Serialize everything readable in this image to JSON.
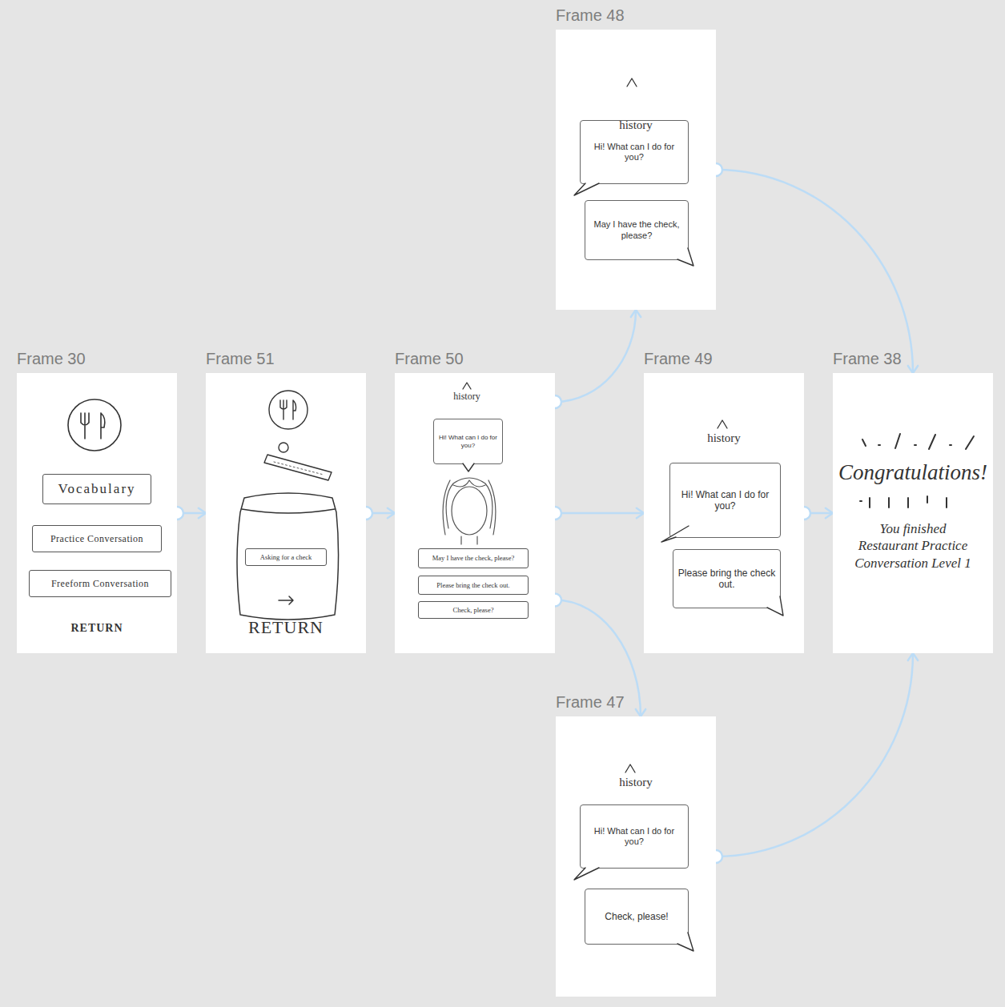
{
  "diagram": {
    "nodes": [
      {
        "text": [
          "Frame 48",
          "history"
        ]
      },
      {
        "text": [
          "Hi! What can I do for you?"
        ],
        "in": 0
      },
      {
        "text": [
          "May I have the check, please?"
        ],
        "in": 0
      },
      {
        "text": [
          "Frame 30",
          "RETURN"
        ]
      },
      {
        "text": [
          "Vocabulary"
        ],
        "in": 3
      },
      {
        "text": [
          "Practice Conversation"
        ],
        "in": 3
      },
      {
        "text": [
          "Freeform Conversation"
        ],
        "in": 3
      },
      {
        "text": [
          "Frame 51",
          "RETURN"
        ]
      },
      {
        "text": [
          "Asking for a check"
        ],
        "in": 7
      },
      {
        "text": [
          "Frame 50",
          "history"
        ]
      },
      {
        "text": [
          "Hi! What can I do for you?"
        ],
        "in": 9
      },
      {
        "text": [
          "May I have the check, please?"
        ],
        "in": 9
      },
      {
        "text": [
          "Please bring the check out."
        ],
        "in": 9
      },
      {
        "text": [
          "Check, please?"
        ],
        "in": 9
      },
      {
        "text": [
          "Frame 49",
          "history"
        ]
      },
      {
        "text": [
          "Hi! What can I do for you?"
        ],
        "in": 14
      },
      {
        "text": [
          "Please bring the check out."
        ],
        "in": 14
      },
      {
        "text": [
          "Frame 38",
          "Congratulations!",
          "You finished Restaurant Practice Conversation Level 1"
        ]
      },
      {
        "text": [
          "Frame 47",
          "history"
        ]
      },
      {
        "text": [
          "Hi! What can I do for you?"
        ],
        "in": 18
      },
      {
        "text": [
          "Check, please!"
        ],
        "in": 18
      }
    ],
    "edges": [
      {
        "from": 3,
        "to": 7,
        "arrow": "to"
      },
      {
        "from": 7,
        "to": 9,
        "arrow": "to"
      },
      {
        "from": 9,
        "to": 0,
        "arrow": "to"
      },
      {
        "from": 9,
        "to": 14,
        "arrow": "to"
      },
      {
        "from": 9,
        "to": 18,
        "arrow": "to"
      },
      {
        "from": 0,
        "to": 17,
        "arrow": "to"
      },
      {
        "from": 14,
        "to": 17,
        "arrow": "to"
      },
      {
        "from": 18,
        "to": 17,
        "arrow": "to"
      }
    ]
  }
}
